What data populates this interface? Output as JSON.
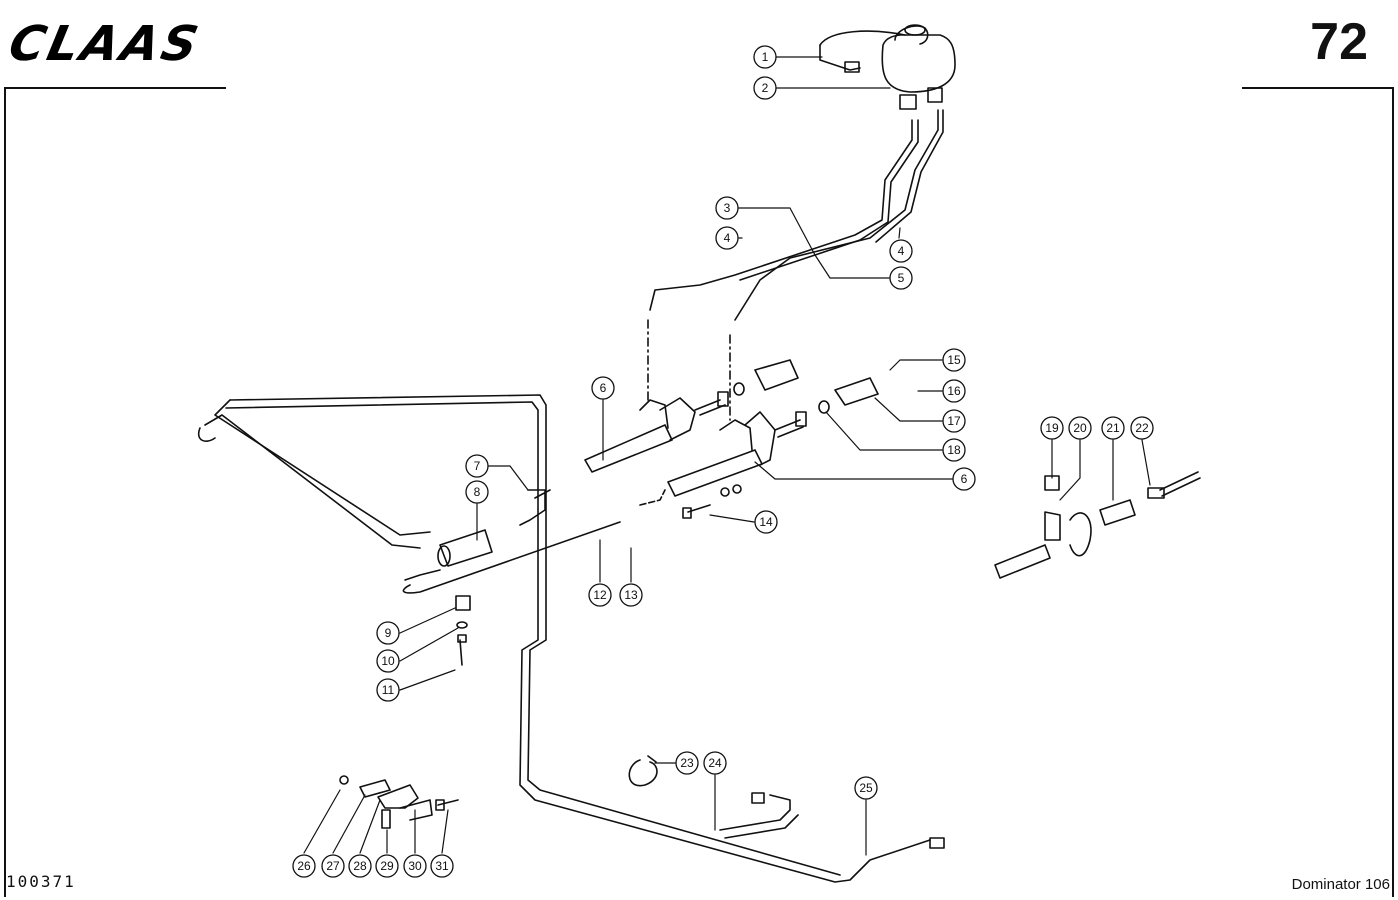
{
  "header": {
    "brand": "CLAAS",
    "page_number": "72"
  },
  "footer": {
    "drawing_number": "100371",
    "model": "Dominator 106"
  },
  "callouts": [
    "1",
    "2",
    "3",
    "4",
    "4",
    "5",
    "6",
    "6",
    "7",
    "8",
    "9",
    "10",
    "11",
    "12",
    "13",
    "14",
    "15",
    "16",
    "17",
    "18",
    "19",
    "20",
    "21",
    "22",
    "23",
    "24",
    "25",
    "26",
    "27",
    "28",
    "29",
    "30",
    "31"
  ]
}
